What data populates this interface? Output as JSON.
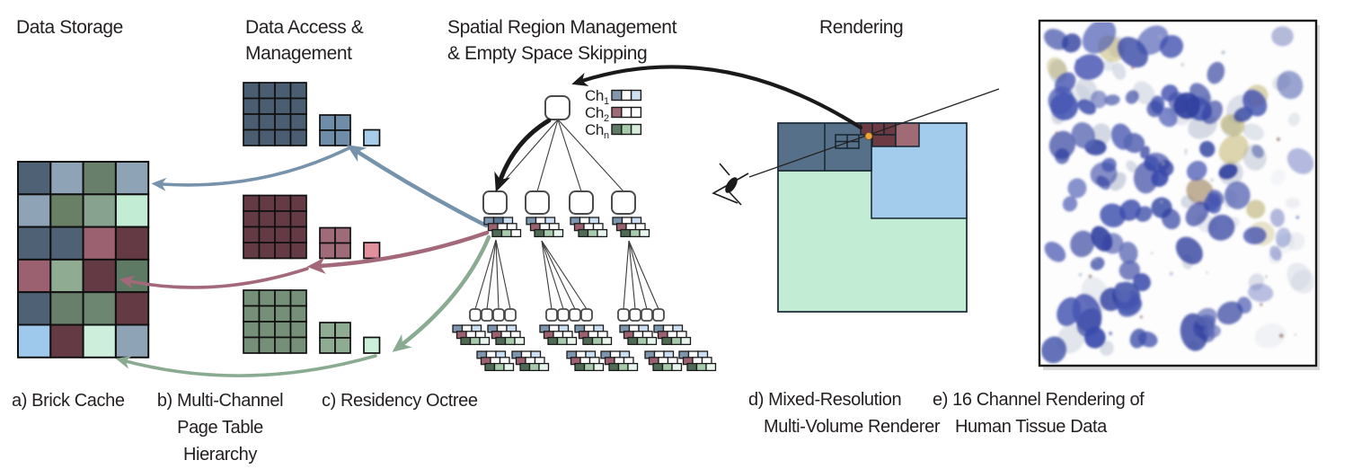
{
  "headers": {
    "data_storage": "Data Storage",
    "data_access_1": "Data Access &",
    "data_access_2": "Management",
    "spatial_1": "Spatial Region Management",
    "spatial_2": "& Empty Space Skipping",
    "rendering": "Rendering"
  },
  "captions": {
    "a": "a) Brick Cache",
    "b1": "b) Multi-Channel",
    "b2": "Page Table",
    "b3": "Hierarchy",
    "c": "c) Residency Octree",
    "d1": "d) Mixed-Resolution",
    "d2": "Multi-Volume Renderer",
    "e1": "e) 16 Channel Rendering of",
    "e2": "Human Tissue Data"
  },
  "palette": {
    "text": "#231f20",
    "arrow_blue": "#7792ab",
    "arrow_red": "#a3697a",
    "arrow_green": "#8aab91",
    "arrow_black": "#1a1a1a"
  },
  "brick_cache": {
    "rows": 6,
    "cols": 4,
    "cells": [
      [
        "#4e6175",
        "#8ea3b5",
        "#687f6b",
        "#8ea3b5"
      ],
      [
        "#8ea3b5",
        "#697f66",
        "#87a28f",
        "#c3ecd4"
      ],
      [
        "#4e6175",
        "#4e6175",
        "#9c6170",
        "#643b44"
      ],
      [
        "#9c6170",
        "#8fac92",
        "#643b44",
        "#5f7a64"
      ],
      [
        "#4e6175",
        "#687f6b",
        "#6d8672",
        "#643b44"
      ],
      [
        "#9ec8ec",
        "#643b44",
        "#cdeeda",
        "#8ea3b5"
      ]
    ]
  },
  "page_tables": [
    {
      "channel": "channel-1-blue",
      "level0": "#4a5d71",
      "level1": "#6f8ca9",
      "level2": "#a9cbea"
    },
    {
      "channel": "channel-2-red",
      "level0": "#643b44",
      "level1": "#a06b78",
      "level2": "#e2909d"
    },
    {
      "channel": "channel-n-green",
      "level0": "#758f79",
      "level1": "#8fac92",
      "level2": "#cdeeda"
    }
  ],
  "octree": {
    "legend": [
      {
        "base": "Ch",
        "sub": "1",
        "cells": [
          "#8296ac",
          "#ffffff",
          "#cfe0f2"
        ]
      },
      {
        "base": "Ch",
        "sub": "2",
        "cells": [
          "#a06b78",
          "#ffffff",
          "#ffffff"
        ]
      },
      {
        "base": "Ch",
        "sub": "n",
        "cells": [
          "#5f7a64",
          "#a8cbad",
          "#d6eedb"
        ]
      }
    ],
    "stack_first": [
      [
        "#7e96ad",
        "#5b7792",
        "#ccdff2"
      ],
      [
        "#9c6170",
        "#ffffff",
        "#ffffff"
      ],
      [
        "#4f6a55",
        "#a8cbad",
        "#ffffff"
      ]
    ],
    "stack_main": [
      [
        "#7e96ad",
        "#ffffff",
        "#ccdff2"
      ],
      [
        "#9c6170",
        "#ffffff",
        "#ffffff"
      ],
      [
        "#4f6a55",
        "#a8cbad",
        "#e9f6ee"
      ]
    ]
  },
  "renderer": {
    "regions": {
      "empty_space": "#c2ecd4",
      "low_res": "#a3cbec",
      "high_res": "#57708a",
      "channel2_high": "#6b3a42",
      "channel2_mid": "#a06b75",
      "sample_dot": "#f0a23c"
    }
  },
  "tissue": {
    "background": "#fdfdfd",
    "nucleus_colors": [
      "#2e3e9e",
      "#3a4aab",
      "#4656b2",
      "#5a68b4",
      "#2f3f9f",
      "#3d4da8"
    ],
    "faint_colors": [
      "#b9c2d4",
      "#c9d0de",
      "#aab4c8",
      "#9aa6c0"
    ],
    "accent_colors": [
      "#b3a75e",
      "#c2b46a",
      "#8a6a3a"
    ],
    "speck_colors": [
      "#7a4a3a",
      "#4656b2",
      "#9aa6c0"
    ],
    "nucleus_count": 95,
    "faint_count": 40,
    "accent_count": 8,
    "speck_count": 30
  }
}
